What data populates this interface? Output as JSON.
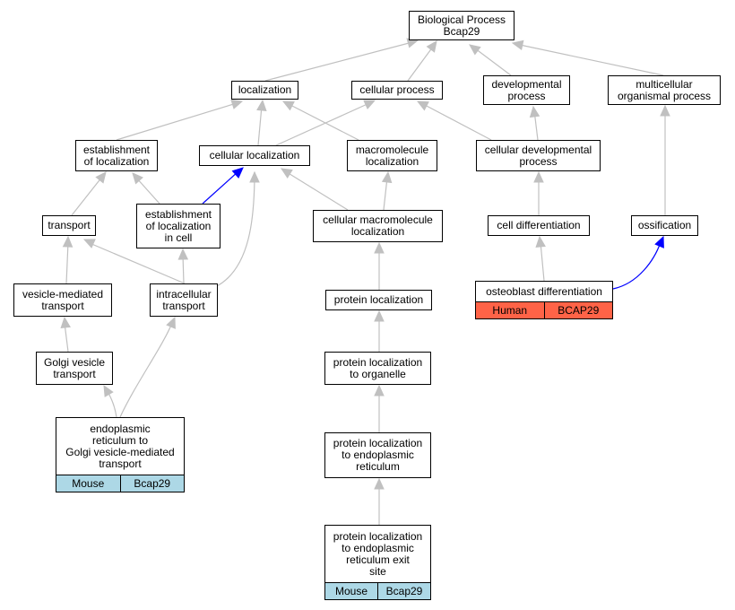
{
  "nodes": {
    "bp": [
      "Biological Process",
      "Bcap29"
    ],
    "localization": [
      "localization"
    ],
    "cellular_process": [
      "cellular process"
    ],
    "developmental_process": [
      "developmental",
      "process"
    ],
    "multicellular": [
      "multicellular",
      "organismal process"
    ],
    "establishment_loc": [
      "establishment",
      "of localization"
    ],
    "cellular_loc": [
      "cellular localization"
    ],
    "macromolecule_loc": [
      "macromolecule",
      "localization"
    ],
    "cellular_dev": [
      "cellular developmental",
      "process"
    ],
    "transport": [
      "transport"
    ],
    "establishment_cell": [
      "establishment",
      "of localization",
      "in cell"
    ],
    "cellular_macro_loc": [
      "cellular macromolecule",
      "localization"
    ],
    "cell_diff": [
      "cell differentiation"
    ],
    "ossification": [
      "ossification"
    ],
    "vesicle_transport": [
      "vesicle-mediated",
      "transport"
    ],
    "intracellular": [
      "intracellular",
      "transport"
    ],
    "protein_loc": [
      "protein localization"
    ],
    "golgi_vesicle": [
      "Golgi vesicle",
      "transport"
    ],
    "protein_loc_organelle": [
      "protein localization",
      "to organelle"
    ],
    "protein_loc_er": [
      "protein localization",
      "to endoplasmic",
      "reticulum"
    ]
  },
  "tables": {
    "osteoblast": {
      "title": [
        "osteoblast differentiation"
      ],
      "species": "Human",
      "gene": "BCAP29",
      "color": "#ff6347"
    },
    "er_golgi": {
      "title": [
        "endoplasmic",
        "reticulum to",
        "Golgi vesicle-mediated",
        "transport"
      ],
      "species": "Mouse",
      "gene": "Bcap29",
      "color": "#add8e6"
    },
    "er_exit": {
      "title": [
        "protein localization",
        "to endoplasmic",
        "reticulum exit",
        "site"
      ],
      "species": "Mouse",
      "gene": "Bcap29",
      "color": "#add8e6"
    }
  },
  "colors": {
    "edge": "#c0c0c0",
    "highlight_edge": "#0000ff",
    "node_border": "#000000"
  }
}
